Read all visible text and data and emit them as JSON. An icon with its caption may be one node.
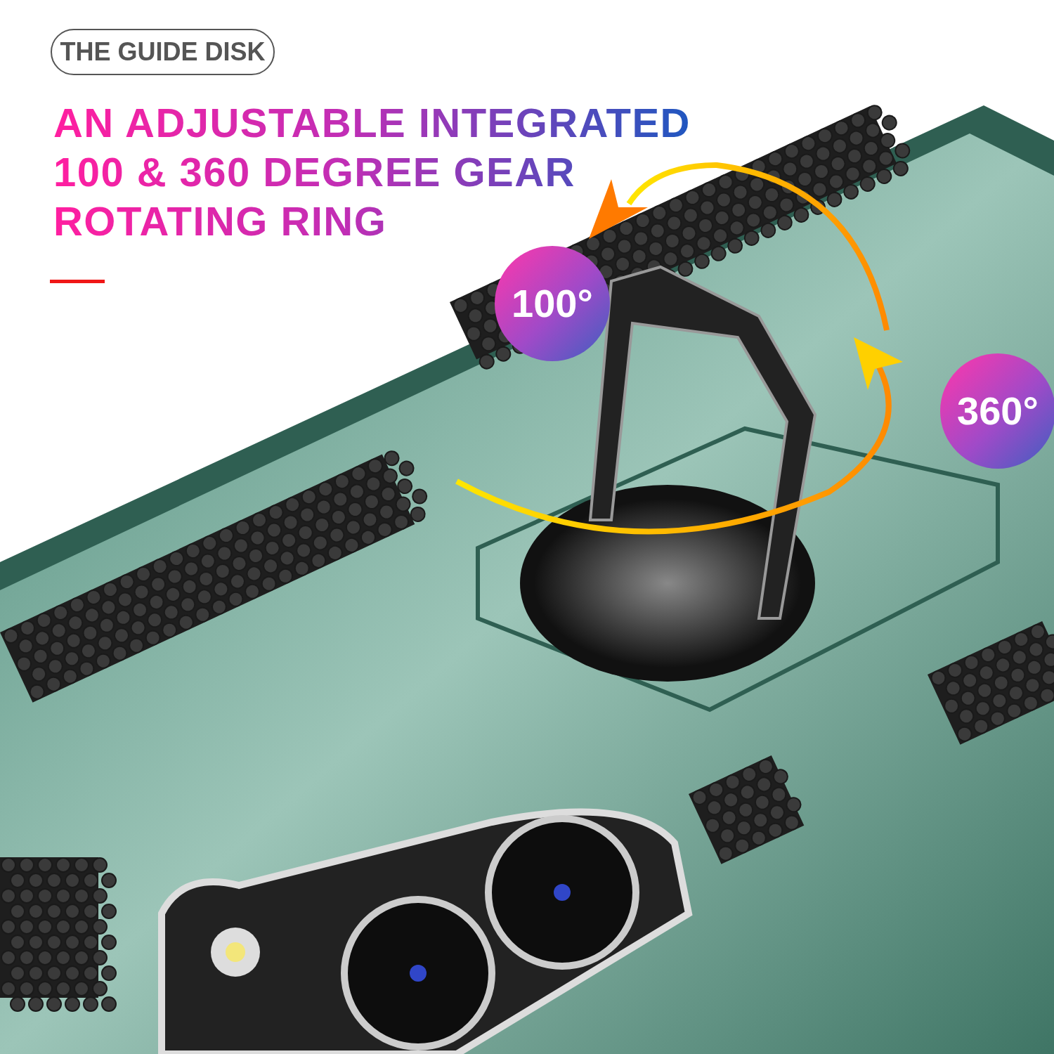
{
  "diagram": {
    "title": "AN ADJUSTABLE INTEGRATED 100 & 360 DEGREE GEAR ROTATING RING",
    "nodes": [
      {
        "text": [
          "THE GUIDE DISK"
        ]
      },
      {
        "text": [
          "100°"
        ]
      },
      {
        "text": [
          "360°"
        ]
      }
    ]
  }
}
